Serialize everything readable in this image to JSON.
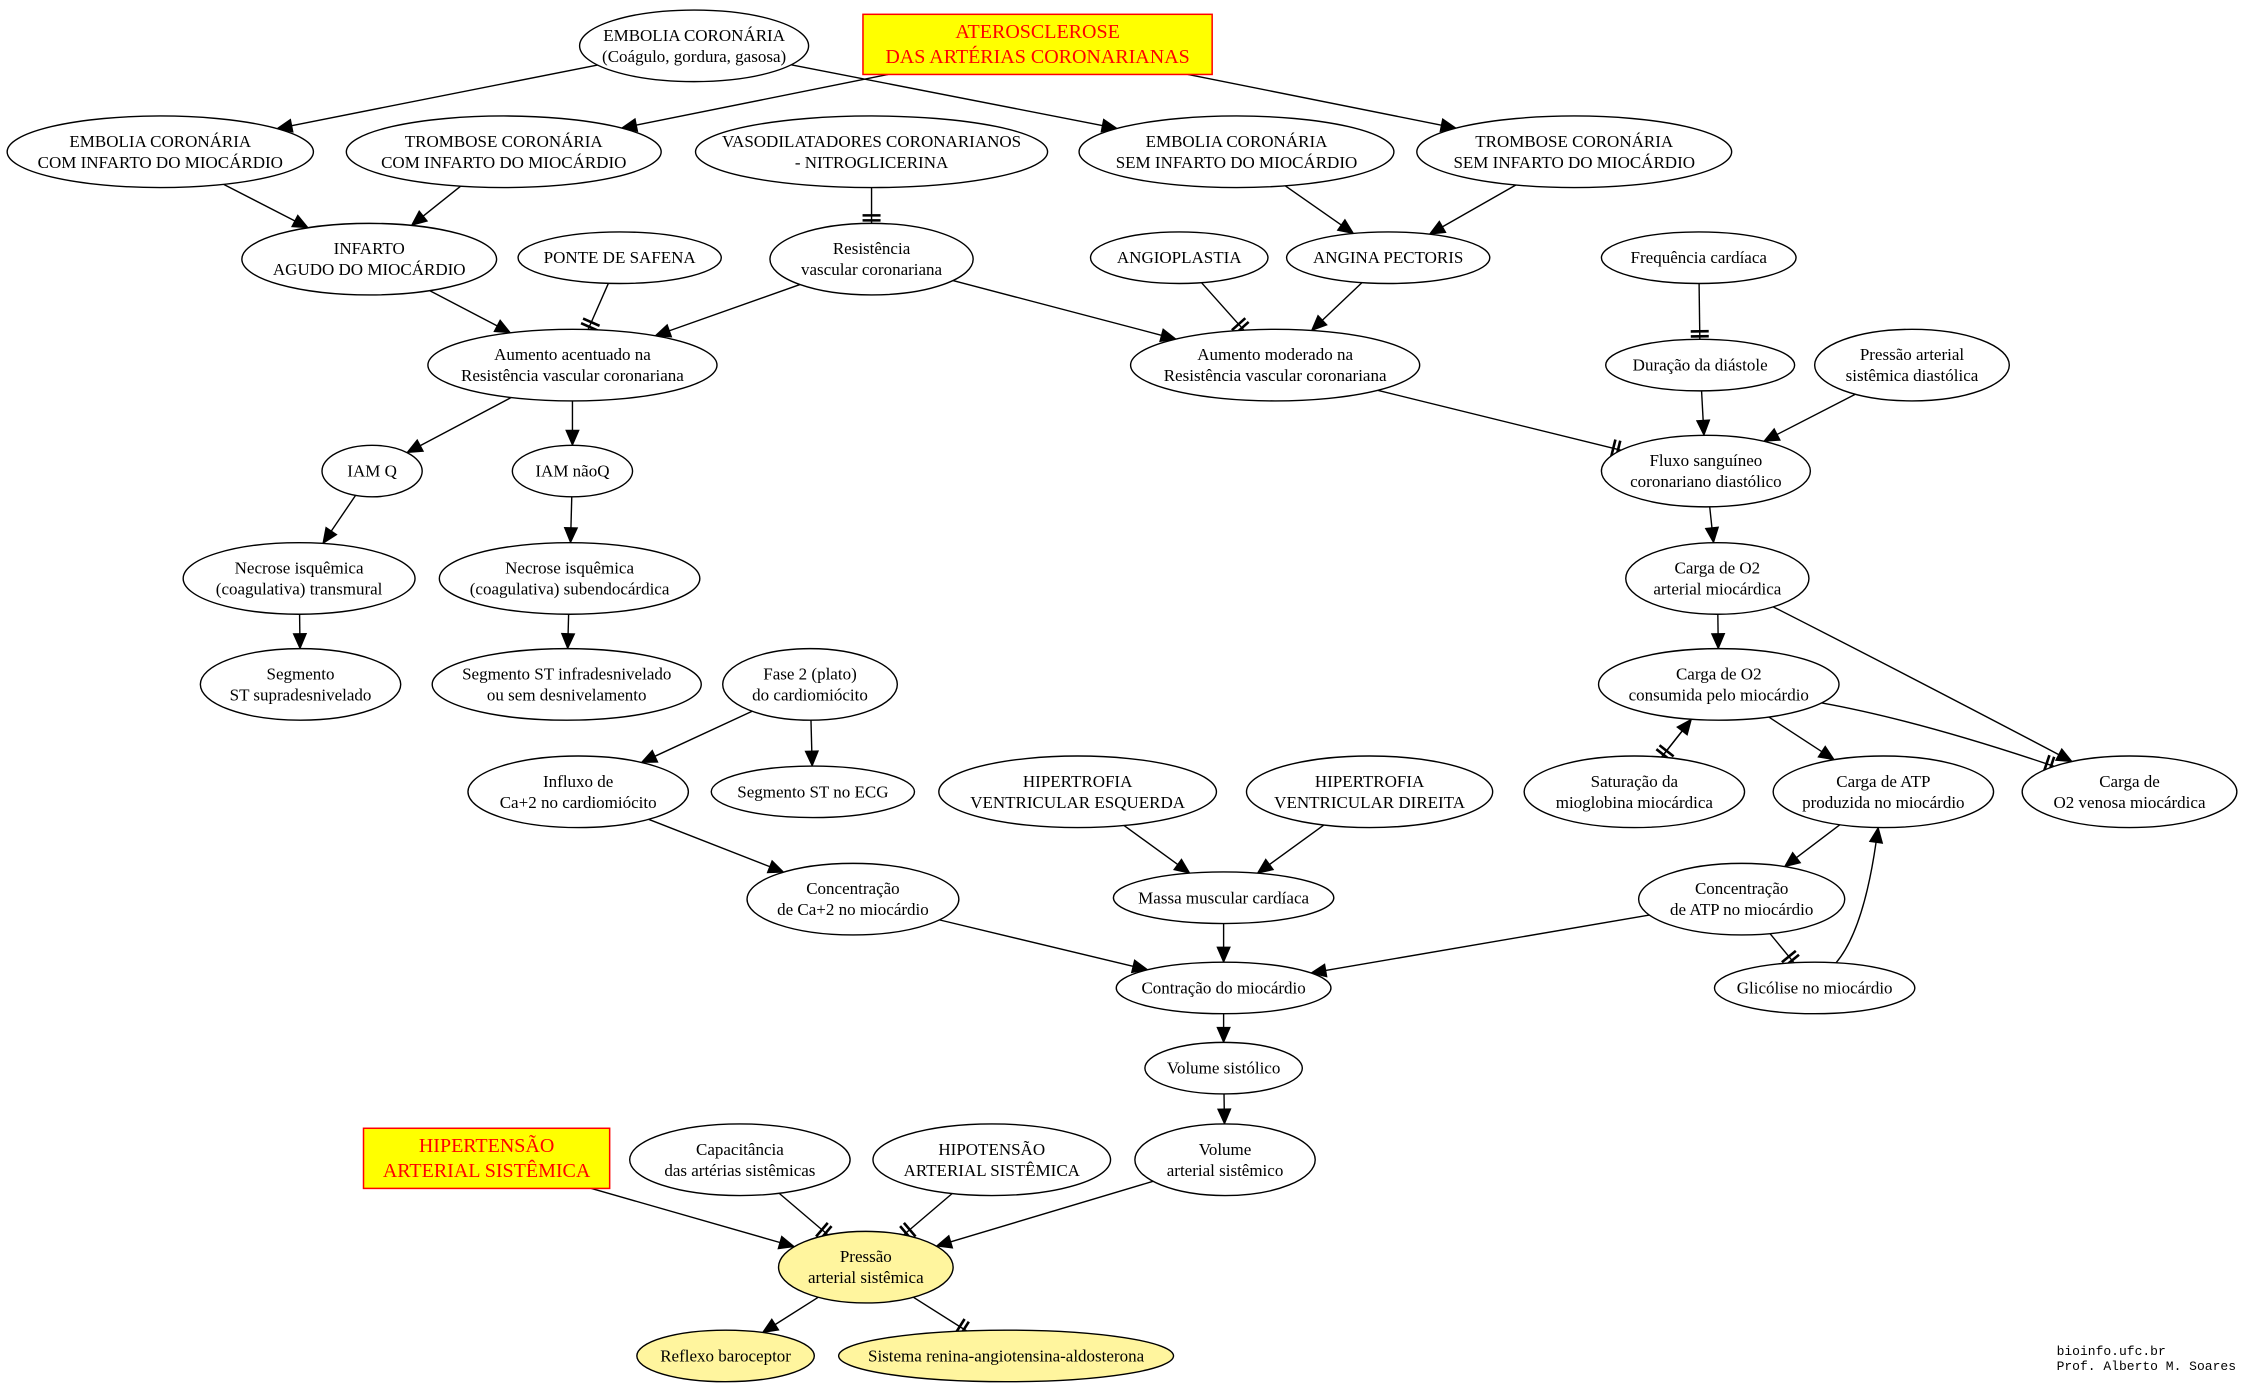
{
  "colors": {
    "node_fill": "#ffffff",
    "highlight_fill": "#fff59e",
    "box_fill": "#ffff00",
    "box_border": "#ff0000",
    "box_text": "#ff0000",
    "stroke": "#000000"
  },
  "nodes": {
    "ath_box": [
      "ATEROSCLEROSE",
      "DAS ARTÉRIAS CORONARIANAS"
    ],
    "emb_top": [
      "EMBOLIA CORONÁRIA",
      "(Coágulo, gordura, gasosa)"
    ],
    "emb_com": [
      "EMBOLIA CORONÁRIA",
      "COM INFARTO DO MIOCÁRDIO"
    ],
    "tromb_com": [
      "TROMBOSE CORONÁRIA",
      "COM INFARTO DO MIOCÁRDIO"
    ],
    "vasod": [
      "VASODILATADORES CORONARIANOS",
      "- NITROGLICERINA"
    ],
    "emb_sem": [
      "EMBOLIA CORONÁRIA",
      "SEM INFARTO DO MIOCÁRDIO"
    ],
    "tromb_sem": [
      "TROMBOSE CORONÁRIA",
      "SEM INFARTO DO MIOCÁRDIO"
    ],
    "infarto": [
      "INFARTO",
      "AGUDO DO MIOCÁRDIO"
    ],
    "ponte": [
      "PONTE DE SAFENA"
    ],
    "resist": [
      "Resistência",
      "vascular coronariana"
    ],
    "angioplastia": [
      "ANGIOPLASTIA"
    ],
    "angina": [
      "ANGINA PECTORIS"
    ],
    "freq": [
      "Frequência cardíaca"
    ],
    "aum_ac": [
      "Aumento acentuado na",
      "Resistência vascular coronariana"
    ],
    "aum_mod": [
      "Aumento moderado na",
      "Resistência vascular coronariana"
    ],
    "diastole": [
      "Duração da diástole"
    ],
    "pressao_diast": [
      "Pressão arterial",
      "sistêmica diastólica"
    ],
    "iamq": [
      "IAM Q"
    ],
    "iamnq": [
      "IAM  nãoQ"
    ],
    "fluxo": [
      "Fluxo sanguíneo",
      "coronariano diastólico"
    ],
    "necrose_t": [
      "Necrose isquêmica",
      "(coagulativa) transmural"
    ],
    "necrose_s": [
      "Necrose isquêmica",
      "(coagulativa) subendocárdica"
    ],
    "carga_art": [
      "Carga de O2",
      "arterial miocárdica"
    ],
    "seg_supra": [
      "Segmento",
      "ST supradesnivelado"
    ],
    "seg_infra": [
      "Segmento ST infradesnivelado",
      "ou sem desnivelamento"
    ],
    "fase2": [
      "Fase 2 (plato)",
      "do cardiomiócito"
    ],
    "carga_cons": [
      "Carga de O2",
      "consumida pelo miocárdio"
    ],
    "influxo": [
      "Influxo de",
      "Ca+2 no cardiomiócito"
    ],
    "seg_ecg": [
      "Segmento ST no ECG"
    ],
    "hve": [
      "HIPERTROFIA",
      "VENTRICULAR ESQUERDA"
    ],
    "hvd": [
      "HIPERTROFIA",
      "VENTRICULAR DIREITA"
    ],
    "saturacao": [
      "Saturação da",
      "mioglobina  miocárdica"
    ],
    "carga_atp": [
      "Carga de ATP",
      "produzida no miocárdio"
    ],
    "carga_ven": [
      "Carga de",
      "O2 venosa miocárdica"
    ],
    "conc_ca": [
      "Concentração",
      "de Ca+2 no miocárdio"
    ],
    "massa": [
      "Massa muscular cardíaca"
    ],
    "conc_atp": [
      "Concentração",
      "de ATP no miocárdio"
    ],
    "contracao": [
      "Contração do miocárdio"
    ],
    "glicolise": [
      "Glicólise no miocárdio"
    ],
    "vol_sist": [
      "Volume sistólico"
    ],
    "hiper_box": [
      "HIPERTENSÃO",
      "ARTERIAL SISTÊMICA"
    ],
    "capacit": [
      "Capacitância",
      "das artérias sistêmicas"
    ],
    "hipot": [
      "HIPOTENSÃO",
      "ARTERIAL SISTÊMICA"
    ],
    "vol_art": [
      "Volume",
      "arterial sistêmico"
    ],
    "pressao": [
      "Pressão",
      "arterial sistêmica"
    ],
    "reflexo": [
      "Reflexo baroceptor"
    ],
    "sraa": [
      "Sistema renina-angiotensina-aldosterona"
    ]
  },
  "edges": [
    {
      "from": "emb_top",
      "to": "emb_com",
      "inhibit": false
    },
    {
      "from": "emb_top",
      "to": "emb_sem",
      "inhibit": false
    },
    {
      "from": "ath_box",
      "to": "tromb_com",
      "inhibit": false
    },
    {
      "from": "ath_box",
      "to": "tromb_sem",
      "inhibit": false
    },
    {
      "from": "emb_com",
      "to": "infarto",
      "inhibit": false
    },
    {
      "from": "tromb_com",
      "to": "infarto",
      "inhibit": false
    },
    {
      "from": "vasod",
      "to": "resist",
      "inhibit": true
    },
    {
      "from": "emb_sem",
      "to": "angina",
      "inhibit": false
    },
    {
      "from": "tromb_sem",
      "to": "angina",
      "inhibit": false
    },
    {
      "from": "infarto",
      "to": "aum_ac",
      "inhibit": false
    },
    {
      "from": "ponte",
      "to": "aum_ac",
      "inhibit": true
    },
    {
      "from": "resist",
      "to": "aum_ac",
      "inhibit": false
    },
    {
      "from": "resist",
      "to": "aum_mod",
      "inhibit": false
    },
    {
      "from": "angioplastia",
      "to": "aum_mod",
      "inhibit": true
    },
    {
      "from": "angina",
      "to": "aum_mod",
      "inhibit": false
    },
    {
      "from": "freq",
      "to": "diastole",
      "inhibit": true
    },
    {
      "from": "aum_ac",
      "to": "iamq",
      "inhibit": false
    },
    {
      "from": "aum_ac",
      "to": "iamnq",
      "inhibit": false
    },
    {
      "from": "aum_mod",
      "to": "fluxo",
      "inhibit": true
    },
    {
      "from": "diastole",
      "to": "fluxo",
      "inhibit": false
    },
    {
      "from": "pressao_diast",
      "to": "fluxo",
      "inhibit": false
    },
    {
      "from": "iamq",
      "to": "necrose_t",
      "inhibit": false
    },
    {
      "from": "iamnq",
      "to": "necrose_s",
      "inhibit": false
    },
    {
      "from": "fluxo",
      "to": "carga_art",
      "inhibit": false
    },
    {
      "from": "necrose_t",
      "to": "seg_supra",
      "inhibit": false
    },
    {
      "from": "necrose_s",
      "to": "seg_infra",
      "inhibit": false
    },
    {
      "from": "carga_art",
      "to": "carga_cons",
      "inhibit": false
    },
    {
      "from": "carga_art",
      "to": "carga_ven",
      "inhibit": false
    },
    {
      "from": "fase2",
      "to": "influxo",
      "inhibit": false
    },
    {
      "from": "fase2",
      "to": "seg_ecg",
      "inhibit": false
    },
    {
      "from": "carga_cons",
      "to": "carga_atp",
      "inhibit": false
    },
    {
      "from": "carga_cons",
      "to": "carga_ven",
      "inhibit": true
    },
    {
      "from": "carga_cons",
      "to": "saturacao",
      "inhibit": true
    },
    {
      "from": "saturacao",
      "to": "carga_cons",
      "inhibit": false
    },
    {
      "from": "influxo",
      "to": "conc_ca",
      "inhibit": false
    },
    {
      "from": "hve",
      "to": "massa",
      "inhibit": false
    },
    {
      "from": "hvd",
      "to": "massa",
      "inhibit": false
    },
    {
      "from": "carga_atp",
      "to": "conc_atp",
      "inhibit": false
    },
    {
      "from": "conc_ca",
      "to": "contracao",
      "inhibit": false
    },
    {
      "from": "massa",
      "to": "contracao",
      "inhibit": false
    },
    {
      "from": "conc_atp",
      "to": "contracao",
      "inhibit": false
    },
    {
      "from": "conc_atp",
      "to": "glicolise",
      "inhibit": true
    },
    {
      "from": "glicolise",
      "to": "carga_atp",
      "inhibit": false
    },
    {
      "from": "contracao",
      "to": "vol_sist",
      "inhibit": false
    },
    {
      "from": "vol_sist",
      "to": "vol_art",
      "inhibit": false
    },
    {
      "from": "hiper_box",
      "to": "pressao",
      "inhibit": false
    },
    {
      "from": "capacit",
      "to": "pressao",
      "inhibit": true
    },
    {
      "from": "hipot",
      "to": "pressao",
      "inhibit": true
    },
    {
      "from": "vol_art",
      "to": "pressao",
      "inhibit": false
    },
    {
      "from": "pressao",
      "to": "reflexo",
      "inhibit": false
    },
    {
      "from": "pressao",
      "to": "sraa",
      "inhibit": true
    }
  ],
  "credit": {
    "line1": "bioinfo.ufc.br",
    "line2": "Prof. Alberto M. Soares"
  }
}
